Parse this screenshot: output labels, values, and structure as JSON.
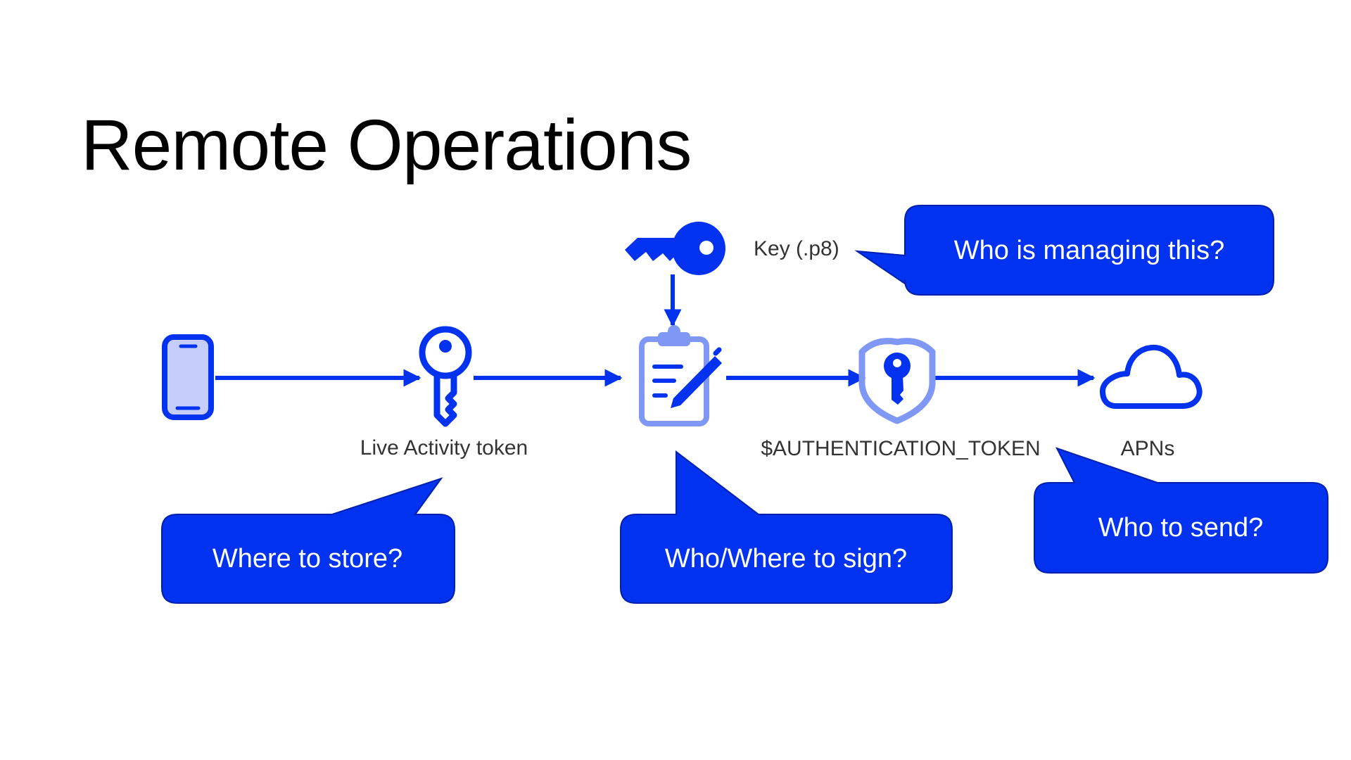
{
  "slide": {
    "title": "Remote Operations"
  },
  "colors": {
    "accent": "#0032f0",
    "accent_dark": "#0020b0",
    "accent_light": "#7f97f5",
    "device_fill": "#c6cdfb",
    "label_text": "#333333",
    "bubble_text": "#ffffff"
  },
  "nodes": [
    {
      "id": "device",
      "icon": "smartphone-icon",
      "label": ""
    },
    {
      "id": "token",
      "icon": "key-icon",
      "label": "Live Activity token"
    },
    {
      "id": "signer",
      "icon": "clipboard-sign-icon",
      "label": ""
    },
    {
      "id": "key",
      "icon": "key-icon",
      "label": "Key (.p8)"
    },
    {
      "id": "auth",
      "icon": "shield-key-icon",
      "label": "$AUTHENTICATION_TOKEN"
    },
    {
      "id": "apns",
      "icon": "cloud-icon",
      "label": "APNs"
    }
  ],
  "edges": [
    {
      "from": "device",
      "to": "token"
    },
    {
      "from": "token",
      "to": "signer"
    },
    {
      "from": "key",
      "to": "signer"
    },
    {
      "from": "signer",
      "to": "auth"
    },
    {
      "from": "auth",
      "to": "apns"
    }
  ],
  "callouts": [
    {
      "id": "key-callout",
      "text": "Who is managing this?"
    },
    {
      "id": "token-callout",
      "text": "Where to store?"
    },
    {
      "id": "signer-callout",
      "text": "Who/Where to sign?"
    },
    {
      "id": "apns-callout",
      "text": "Who to send?"
    }
  ]
}
